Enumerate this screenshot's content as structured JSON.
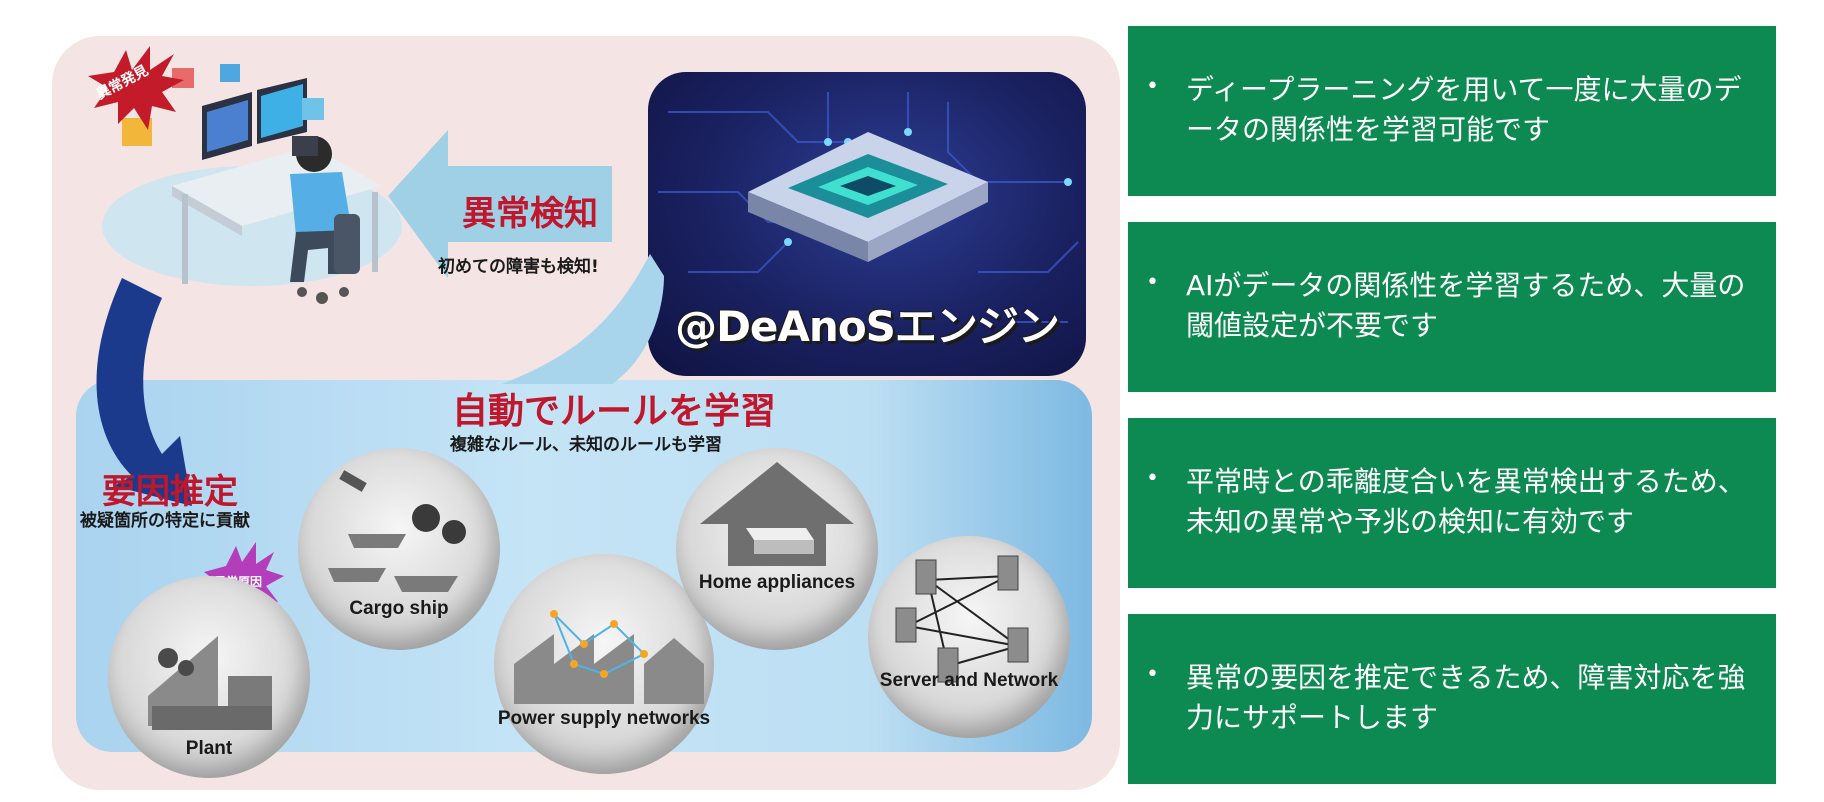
{
  "diagram": {
    "anomaly_detection": {
      "title": "異常検知",
      "subtitle": "初めての障害も検知!"
    },
    "engine": {
      "name": "@DeAnoSエンジン"
    },
    "auto_learning": {
      "title": "自動でルールを学習",
      "subtitle": "複雑なルール、未知のルールも学習"
    },
    "cause_estimation": {
      "title": "要因推定",
      "subtitle": "被疑箇所の特定に貢献"
    },
    "badges": {
      "anomaly_found": "異常発見",
      "anomaly_cause": "異常原因"
    },
    "domains": [
      {
        "label": "Plant"
      },
      {
        "label": "Cargo ship"
      },
      {
        "label": "Power supply networks"
      },
      {
        "label": "Home appliances"
      },
      {
        "label": "Server and Network"
      }
    ]
  },
  "features": [
    {
      "bullet": "•",
      "text": "ディープラーニングを用いて一度に大量のデータの関係性を学習可能です"
    },
    {
      "bullet": "•",
      "text": "AIがデータの関係性を学習するため、大量の閾値設定が不要です"
    },
    {
      "bullet": "•",
      "text": "平常時との乖離度合いを異常検出するため、未知の異常や予兆の検知に有効です"
    },
    {
      "bullet": "•",
      "text": "異常の要因を推定できるため、障害対応を強力にサポートします"
    }
  ],
  "colors": {
    "feature_green": "#0d8a52",
    "accent_red": "#c0172d",
    "engine_navy": "#1a2160"
  }
}
